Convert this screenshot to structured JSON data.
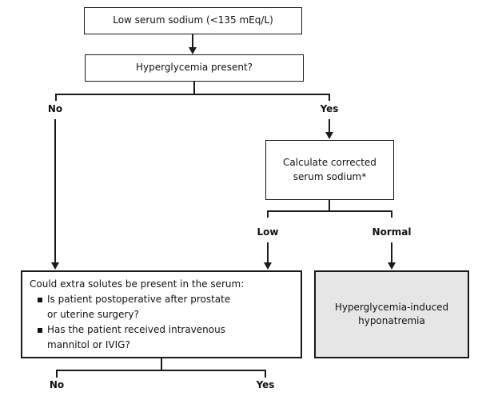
{
  "flowchart": {
    "colors": {
      "line": "#1a1a1a",
      "text": "#111111",
      "box_fill": "#ffffff",
      "shaded_fill": "#e6e6e6"
    },
    "nodes": {
      "start": {
        "label": "Low serum sodium (<135 mEq/L)"
      },
      "hyperglycemia_decision": {
        "label": "Hyperglycemia present?"
      },
      "calculate_corrected": {
        "label": "Calculate corrected\nserum sodium*"
      },
      "extra_solutes": {
        "heading": "Could extra solutes be present in the serum:",
        "bullets": [
          "Is patient postoperative after prostate\nor uterine surgery?",
          "Has the patient received intravenous\nmannitol or IVIG?"
        ]
      },
      "outcome": {
        "label": "Hyperglycemia-induced\nhyponatremia"
      }
    },
    "branch_labels": {
      "hyperglycemia_no": "No",
      "hyperglycemia_yes": "Yes",
      "corrected_low": "Low",
      "corrected_normal": "Normal",
      "solutes_no": "No",
      "solutes_yes": "Yes"
    }
  }
}
